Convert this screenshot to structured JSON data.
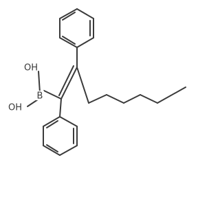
{
  "molecule": {
    "atoms": {
      "boron": "B",
      "oh_top": "OH",
      "oh_bottom": "OH"
    }
  },
  "colors": {
    "bond": "#3a3a3a",
    "label": "#3a3a3a",
    "background": "#ffffff"
  }
}
